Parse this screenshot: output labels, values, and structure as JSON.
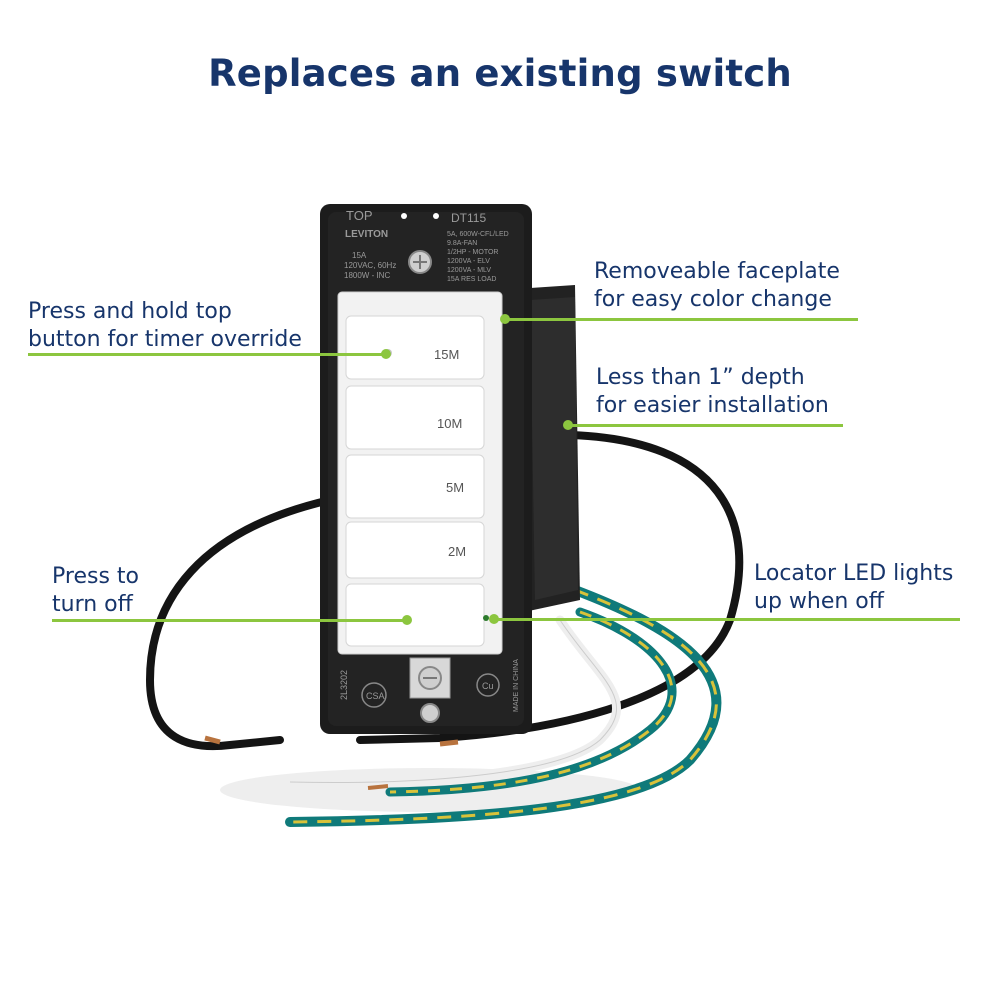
{
  "title": "Replaces an existing switch",
  "callouts": {
    "timer_override": [
      "Press and hold top",
      "button for timer override"
    ],
    "press_off": [
      "Press to",
      "turn off"
    ],
    "faceplate": [
      "Removeable faceplate",
      "for easy color change"
    ],
    "depth": [
      "Less than 1” depth",
      "for easier installation"
    ],
    "locator": [
      "Locator LED lights",
      "up when off"
    ]
  },
  "device": {
    "brand": "LEVITON",
    "model": "DT115",
    "top_mark": "TOP",
    "rating_left": [
      "15A",
      "120VAC, 60Hz",
      "1800W - INC"
    ],
    "rating_right": [
      "5A, 600W-CFL/LED",
      "9.8A-FAN",
      "1/2HP - MOTOR",
      "1200VA - ELV",
      "1200VA - MLV",
      "15A RES LOAD"
    ],
    "side_code": "2L3202",
    "made_in": "MADE IN CHINA",
    "buttons": [
      "15M",
      "10M",
      "5M",
      "2M",
      ""
    ]
  },
  "colors": {
    "text": "#17356b",
    "accent_green": "#8cc63f",
    "device_body": "#1c1c1c",
    "buttons": "#ffffff",
    "wire_green": "#0f7a7a",
    "wire_yellow": "#d8c23a"
  }
}
